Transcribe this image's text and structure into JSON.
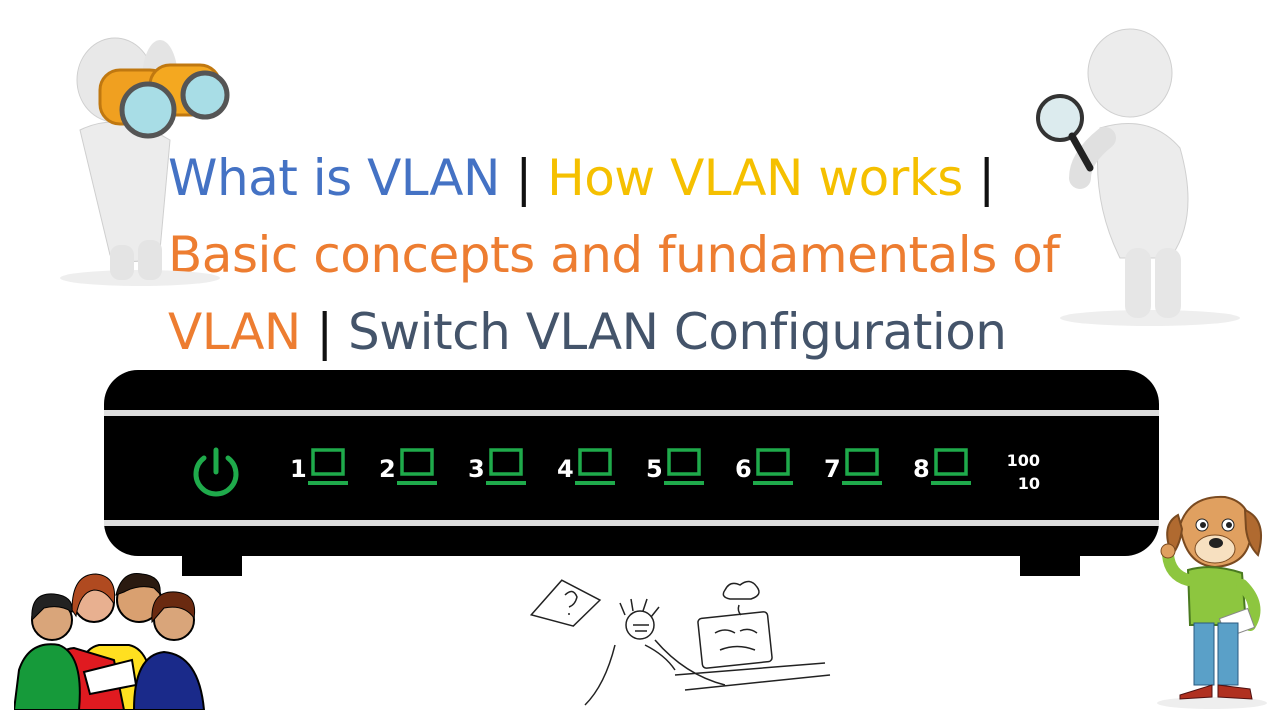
{
  "title": {
    "part1": "What is VLAN",
    "sep1": "|",
    "part2": "How VLAN works",
    "sep2": "|",
    "part3": "Basic concepts and fundamentals of",
    "part4": "VLAN",
    "sep3": "|",
    "part5": "Switch VLAN Configuration"
  },
  "switch": {
    "ports": [
      "1",
      "2",
      "3",
      "4",
      "5",
      "6",
      "7",
      "8"
    ],
    "speed_high": "100",
    "speed_low": "10",
    "led_color": "#1faa4b",
    "body_color": "#000000"
  },
  "colors": {
    "blue": "#4472c4",
    "gold": "#f5c000",
    "orange": "#ed7d31",
    "slate": "#44546a"
  },
  "illustrations": [
    "figure-with-binoculars",
    "figure-with-magnifying-glass",
    "group-of-people",
    "frustrated-computer-user",
    "cartoon-dog"
  ]
}
